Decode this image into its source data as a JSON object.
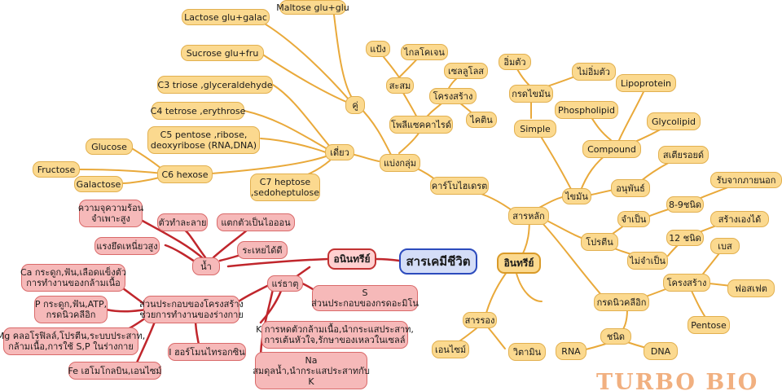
{
  "root": "สารเคมีชีวิต",
  "inorganic": {
    "title": "อนินทรีย์",
    "water": "น้ำ",
    "water_props": [
      "ความจุความร้อน\nจำเพาะสูง",
      "ตัวทำละลาย",
      "แตกตัวเป็นไอออน",
      "ระเหยได้ดี",
      "แรงยึดเหนี่ยวสูง"
    ],
    "minerals": "แร่ธาตุ",
    "mineral_groups": [
      "ส่วนประกอบของโครงสร้าง\nช่วยการทำงานของร่างกาย",
      "S\nส่วนประกอบของกรดอะมิโน",
      "K การหดตัวกล้ามเนื้อ,นำกระแสประสาท,\nการเต้นหัวใจ,รักษาของเหลวในเซลล์",
      "Na\nสมดุลน้ำ,นำกระแสประสาทกับ\nK"
    ],
    "mineral_items": [
      "Ca กระดูก,ฟัน,เลือดแข็งตัว\nการทำงานของกล้ามเนื้อ",
      "P กระดูก,ฟัน,ATP,\nกรดนิวคลีอิก",
      "Mg คลอโรฟิลล์,โปรตีน,ระบบประสาท,\nกล้ามเนื้อ,การใช้ S,P ในร่างกาย",
      "Fe เฮโมโกลบิน,เอนไซม์",
      "I ฮอร์โมนไทรอกซิน"
    ]
  },
  "organic": {
    "title": "อินทรีย์",
    "main": "สารหลัก",
    "secondary": "สารรอง",
    "secondary_items": [
      "เอนไซม์",
      "วิตามิน"
    ],
    "carbohydrate": {
      "title": "คาร์โบไฮเดรต",
      "group": "แบ่งกลุ่ม",
      "mono": "เดี่ยว",
      "mono_items": [
        "C3 triose ,glyceraldehyde",
        "C4 tetrose ,erythrose",
        "C5 pentose ,ribose,\ndeoxyribose (RNA,DNA)",
        "C6 hexose",
        "C7 heptose\n,sedoheptulose"
      ],
      "hexose_items": [
        "Glucose",
        "Fructose",
        "Galactose"
      ],
      "di": "คู่",
      "di_items": [
        "Maltose glu+glu",
        "Lactose glu+galac",
        "Sucrose glu+fru"
      ],
      "poly": "โพลีแซคคาไรด์",
      "poly_storage": "สะสม",
      "storage_items": [
        "แป้ง",
        "ไกลโคเจน"
      ],
      "poly_structure": "โครงสร้าง",
      "structure_items": [
        "เซลลูโลส",
        "ไคติน"
      ]
    },
    "lipid": {
      "title": "ไขมัน",
      "simple": "Simple",
      "fatty_acid": "กรดไขมัน",
      "fatty_items": [
        "อิ่มตัว",
        "ไม่อิ่มตัว"
      ],
      "compound": "Compound",
      "compound_items": [
        "Lipoprotein",
        "Phospholipid",
        "Glycolipid"
      ],
      "derived": "อนุพันธ์",
      "derived_items": [
        "สเตียรอยด์"
      ]
    },
    "protein": {
      "title": "โปรตีน",
      "essential": "จำเป็น",
      "essential_kinds": "8-9ชนิด",
      "essential_source": "รับจากภายนอก",
      "nonessential": "ไม่จำเป็น",
      "nonessential_kinds": "12 ชนิด",
      "nonessential_source": "สร้างเองได้"
    },
    "nucleic": {
      "title": "กรดนิวคลีอิก",
      "structure": "โครงสร้าง",
      "structure_items": [
        "เบส",
        "ฟอสเฟต",
        "Pentose"
      ],
      "type": "ชนิด",
      "type_items": [
        "RNA",
        "DNA"
      ]
    }
  },
  "watermark": "TURBO BIO",
  "colors": {
    "organic_line": "#e9a93a",
    "inorganic_line": "#c0262c",
    "root_border": "#2c4bbd"
  }
}
